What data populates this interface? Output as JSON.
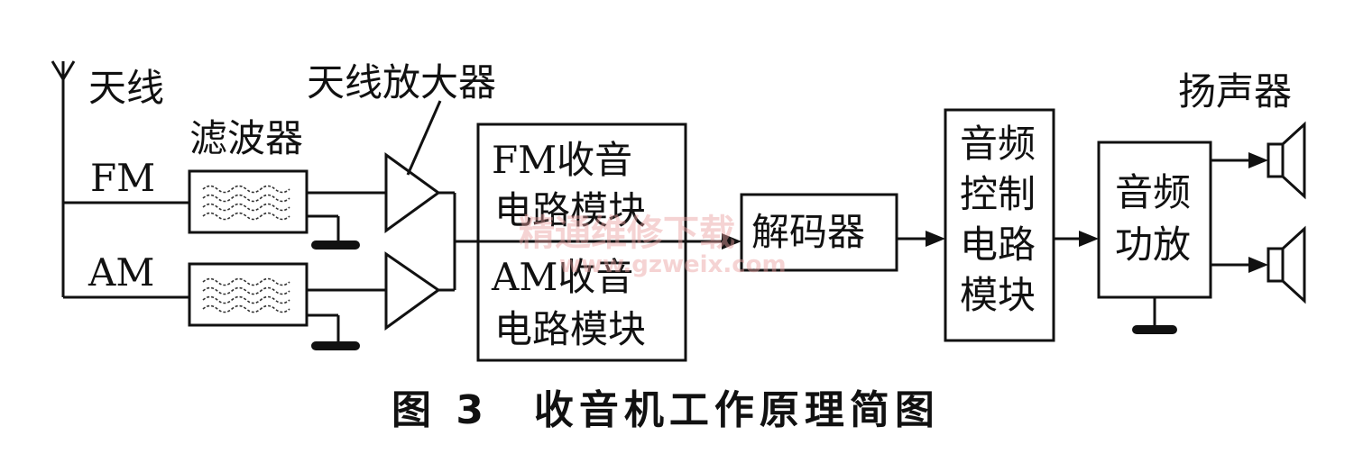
{
  "labels": {
    "antenna": "天线",
    "filter": "滤波器",
    "antenna_amp": "天线放大器",
    "fm": "FM",
    "am": "AM",
    "fm_module_line1": "FM收音",
    "fm_module_line2": "电路模块",
    "am_module_line1": "AM收音",
    "am_module_line2": "电路模块",
    "decoder": "解码器",
    "audio_ctrl_1": "音频",
    "audio_ctrl_2": "控制",
    "audio_ctrl_3": "电路",
    "audio_ctrl_4": "模块",
    "power_amp_1": "音频",
    "power_amp_2": "功放",
    "speaker": "扬声器"
  },
  "caption": "图 3　收音机工作原理简图",
  "watermark": {
    "line1": "精通维修下载",
    "line2": "www.gzweix.com"
  }
}
